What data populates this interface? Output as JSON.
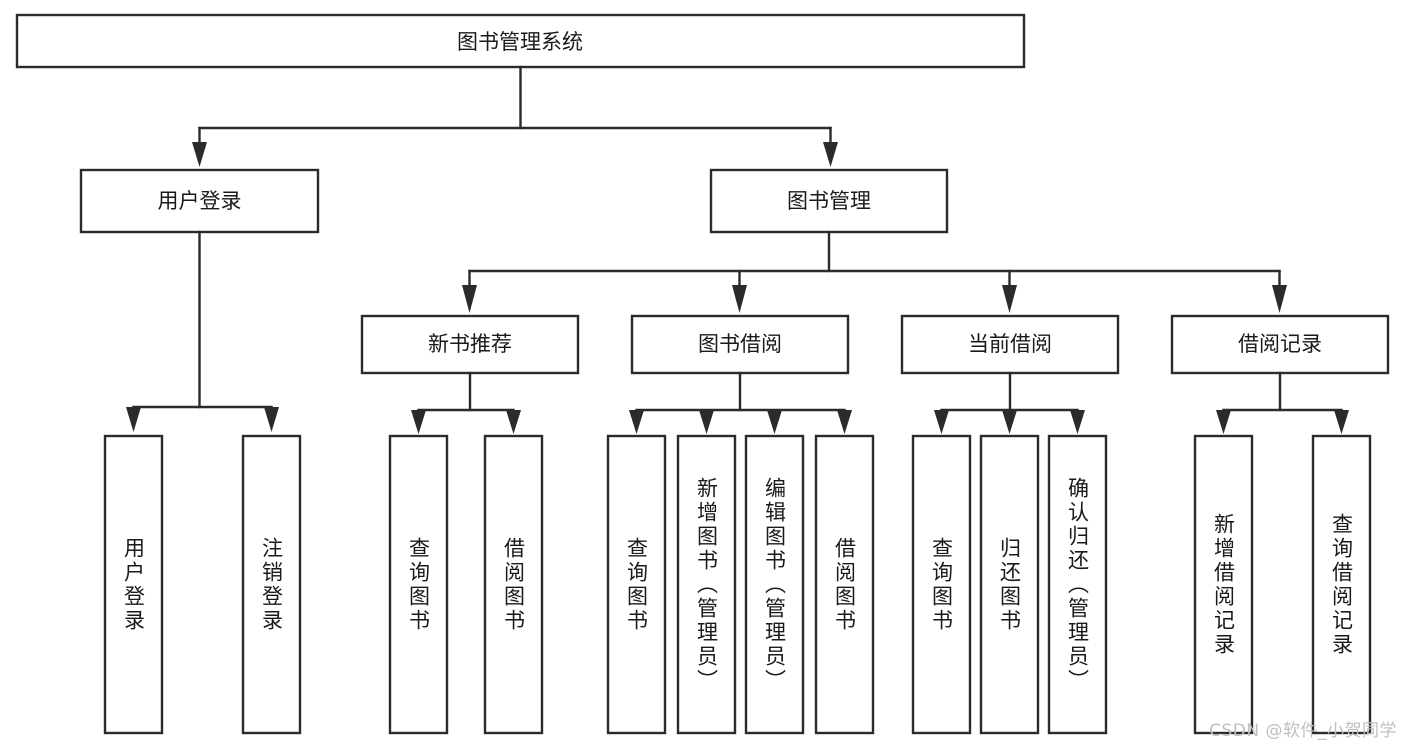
{
  "diagram": {
    "title": "图书管理系统",
    "type": "tree",
    "orientation": "top-down",
    "colors": {
      "box_stroke": "#2b2b2b",
      "box_fill": "#ffffff",
      "text": "#1a1a1a",
      "background": "#ffffff",
      "watermark": "#bfbfbf"
    },
    "root": {
      "label": "图书管理系统",
      "id": "root-system"
    },
    "level2": [
      {
        "id": "user-login",
        "label": "用户登录"
      },
      {
        "id": "book-management",
        "label": "图书管理"
      }
    ],
    "level3": [
      {
        "id": "new-book-recommend",
        "label": "新书推荐",
        "parent": "book-management"
      },
      {
        "id": "book-borrow",
        "label": "图书借阅",
        "parent": "book-management"
      },
      {
        "id": "current-borrow",
        "label": "当前借阅",
        "parent": "book-management"
      },
      {
        "id": "borrow-record",
        "label": "借阅记录",
        "parent": "book-management"
      }
    ],
    "leaves": [
      {
        "id": "leaf-user-login",
        "label": "用户登录",
        "parent": "user-login"
      },
      {
        "id": "leaf-logout-login",
        "label": "注销登录",
        "parent": "user-login"
      },
      {
        "id": "leaf-query-book-1",
        "label": "查询图书",
        "parent": "new-book-recommend"
      },
      {
        "id": "leaf-borrow-book-1",
        "label": "借阅图书",
        "parent": "new-book-recommend"
      },
      {
        "id": "leaf-query-book-2",
        "label": "查询图书",
        "parent": "book-borrow"
      },
      {
        "id": "leaf-add-book",
        "label": "新增图书（管理员）",
        "parent": "book-borrow"
      },
      {
        "id": "leaf-edit-book",
        "label": "编辑图书（管理员）",
        "parent": "book-borrow"
      },
      {
        "id": "leaf-borrow-book-2",
        "label": "借阅图书",
        "parent": "book-borrow"
      },
      {
        "id": "leaf-query-book-3",
        "label": "查询图书",
        "parent": "current-borrow"
      },
      {
        "id": "leaf-return-book",
        "label": "归还图书",
        "parent": "current-borrow"
      },
      {
        "id": "leaf-confirm-return",
        "label": "确认归还（管理员）",
        "parent": "current-borrow"
      },
      {
        "id": "leaf-add-record",
        "label": "新增借阅记录",
        "parent": "borrow-record"
      },
      {
        "id": "leaf-query-record",
        "label": "查询借阅记录",
        "parent": "borrow-record"
      }
    ],
    "watermark": "CSDN @软件_小贺同学"
  }
}
